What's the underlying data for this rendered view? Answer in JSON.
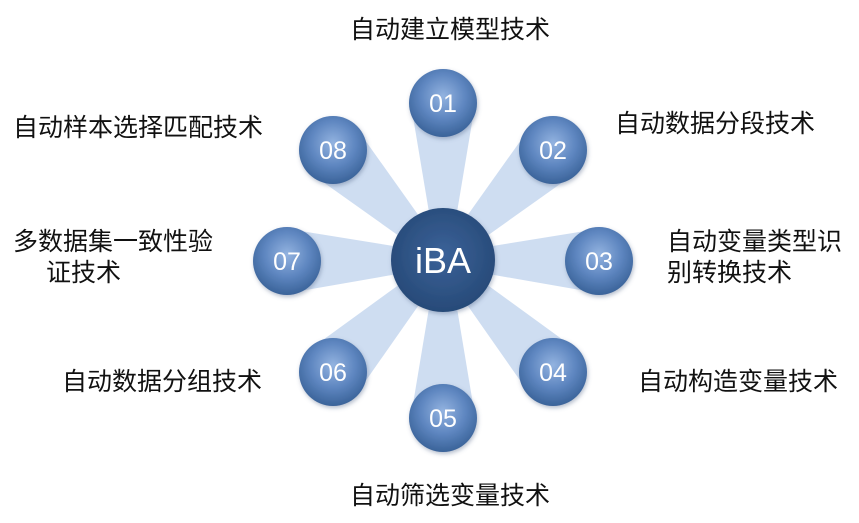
{
  "hub": {
    "label": "iBA"
  },
  "nodes": [
    {
      "number": "01",
      "label": "自动建立模型技术"
    },
    {
      "number": "02",
      "label": "自动数据分段技术"
    },
    {
      "number": "03",
      "label_line1": "自动变量类型识",
      "label_line2": "别转换技术"
    },
    {
      "number": "04",
      "label": "自动构造变量技术"
    },
    {
      "number": "05",
      "label": "自动筛选变量技术"
    },
    {
      "number": "06",
      "label": "自动数据分组技术"
    },
    {
      "number": "07",
      "label_line1": "多数据集一致性验",
      "label_line2": "证技术"
    },
    {
      "number": "08",
      "label": "自动样本选择匹配技术"
    }
  ],
  "colors": {
    "hub": "#2f5587",
    "node_light": "#8eaedc",
    "node_dark": "#3d669f",
    "ray": "#c6d7ee",
    "text": "#111111"
  }
}
